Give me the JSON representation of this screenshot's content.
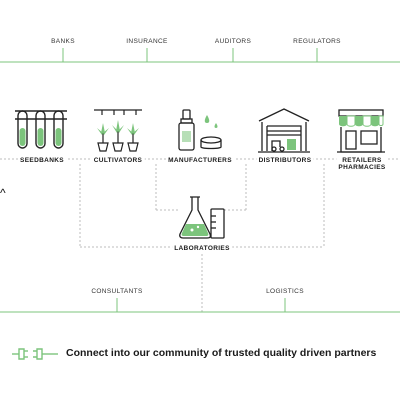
{
  "top_partners": [
    {
      "id": "banks",
      "label": "BANKS"
    },
    {
      "id": "insurance",
      "label": "INSURANCE"
    },
    {
      "id": "auditors",
      "label": "AUDITORS"
    },
    {
      "id": "regulators",
      "label": "REGULATORS"
    }
  ],
  "supply_chain": [
    {
      "id": "seedbanks",
      "label": "SEEDBANKS",
      "icon": "test-tubes-icon"
    },
    {
      "id": "cultivators",
      "label": "CULTIVATORS",
      "icon": "cannabis-plants-icon"
    },
    {
      "id": "manufacturers",
      "label": "MANUFACTURERS",
      "icon": "tincture-bottle-icon"
    },
    {
      "id": "distributors",
      "label": "DISTRIBUTORS",
      "icon": "warehouse-forklift-icon"
    },
    {
      "id": "retailers",
      "label": "RETAILERS",
      "label2": "PHARMACIES",
      "icon": "storefront-icon"
    }
  ],
  "laboratories": {
    "label": "LABORATORIES",
    "icon": "lab-flask-icon"
  },
  "bottom_partners": [
    {
      "id": "consultants",
      "label": "CONSULTANTS"
    },
    {
      "id": "logistics",
      "label": "LOGISTICS"
    }
  ],
  "nav": {
    "left_arrow_glyph": "^"
  },
  "cta": {
    "text": "Connect  into our community of trusted quality driven partners",
    "icon": "plug-connector-icon"
  },
  "colors": {
    "accent_green": "#7cc47c",
    "dashed_gray": "#bdbdbd",
    "line_dark": "#222222"
  }
}
